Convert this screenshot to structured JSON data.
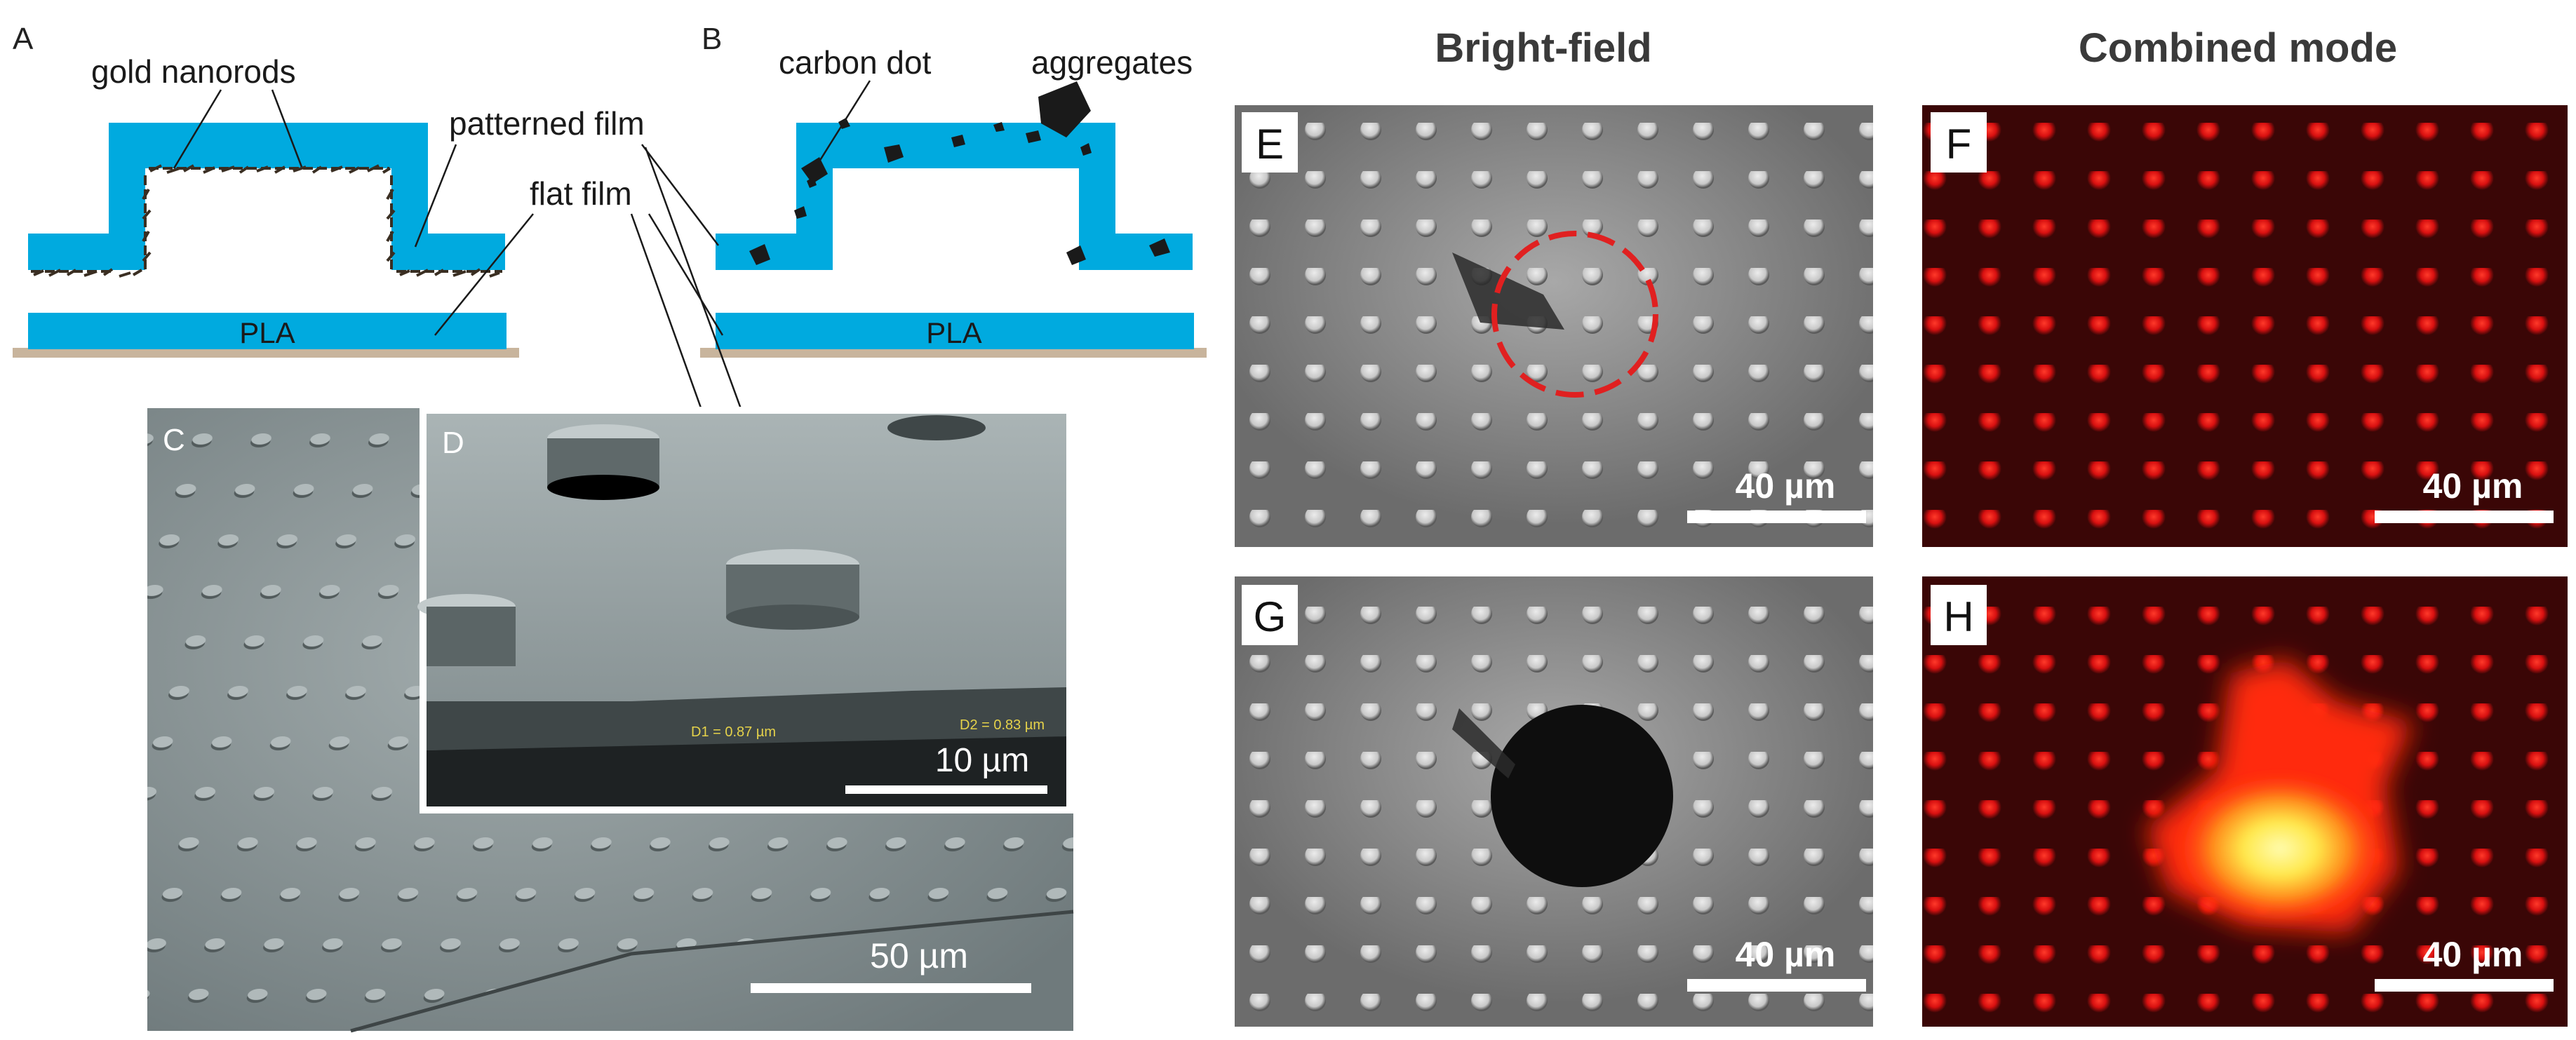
{
  "panels": {
    "A": {
      "letter": "A",
      "gold_label": "gold nanorods",
      "pla_label": "PLA"
    },
    "B": {
      "letter": "B",
      "carbon_label": "carbon dot",
      "aggregates_label": "aggregates",
      "pla_label": "PLA"
    },
    "C": {
      "letter": "C",
      "scale": "50 µm"
    },
    "D": {
      "letter": "D",
      "scale": "10 µm",
      "d1": "D1 = 0.87 µm",
      "d2": "D2 = 0.83 µm"
    },
    "E": {
      "letter": "E",
      "scale": "40 µm"
    },
    "F": {
      "letter": "F",
      "scale": "40 µm"
    },
    "G": {
      "letter": "G",
      "scale": "40 µm"
    },
    "H": {
      "letter": "H",
      "scale": "40 µm"
    }
  },
  "labels": {
    "patterned_film": "patterned film",
    "flat_film": "flat film",
    "bright_field": "Bright-field",
    "combined_mode": "Combined mode"
  },
  "colors": {
    "film_blue": "#00aadf",
    "substrate_tan": "#c8b49c",
    "sem_gray": "#8f9a9b",
    "dark_red": "#2a0505",
    "fluor_red": "#e01010",
    "fluor_yellow": "#fff24a",
    "circle_red": "#e02020"
  }
}
